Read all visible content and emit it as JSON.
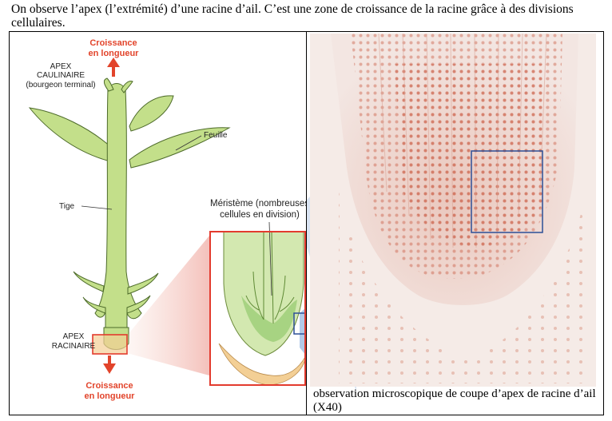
{
  "intro_text": "On observe l’apex (l’extrémité) d’une racine d’ail. C’est une zone de croissance de la racine grâce à des divisions cellulaires.",
  "diagram": {
    "growth_top_line1": "Croissance",
    "growth_top_line2": "en longueur",
    "apex_caulinaire_line1": "APEX",
    "apex_caulinaire_line2": "CAULINAIRE",
    "apex_caulinaire_line3": "(bourgeon terminal)",
    "feuille": "Feuille",
    "tige": "Tige",
    "meristeme_line1": "Méristème (nombreuses",
    "meristeme_line2": "cellules en division)",
    "apex_racinaire_line1": "APEX",
    "apex_racinaire_line2": "RACINAIRE",
    "growth_bottom_line1": "Croissance",
    "growth_bottom_line2": "en longueur"
  },
  "micrograph": {
    "caption": "observation microscopique de coupe d’apex de racine d’ail (X40)"
  },
  "colors": {
    "growth_red": "#e2442b",
    "plant_green": "#c3df8a",
    "root_cap_orange": "#f3cf95",
    "box_red": "#e33b2e",
    "box_blue": "#2c4f97",
    "micro_bg": "#f3e6e2"
  }
}
